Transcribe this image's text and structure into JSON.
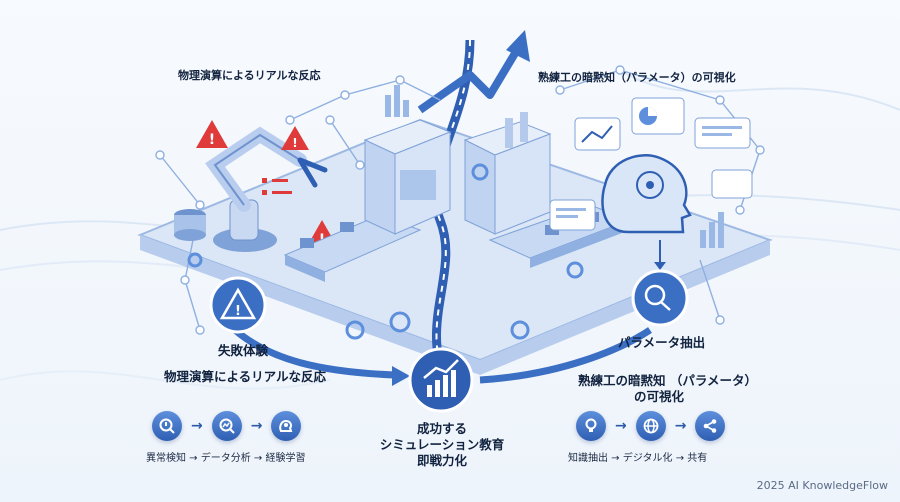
{
  "left": {
    "top_label": "物理演算によるリアルな反応",
    "badge_title": "失敗体験",
    "badge_subtitle": "物理演算によるリアルな反応",
    "flow_caption": "異常検知 → データ分析 → 経験学習",
    "flow_icons": [
      "magnifier-alert-icon",
      "chart-magnifier-icon",
      "brain-learning-icon"
    ]
  },
  "right": {
    "top_label": "熟練工の暗黙知（パラメータ）の可視化",
    "badge_title": "パラメータ抽出",
    "badge_subtitle_line1": "熟練工の暗黙知 （パラメータ）",
    "badge_subtitle_line2": "の可視化",
    "flow_caption": "知識抽出 → デジタル化 → 共有",
    "flow_icons": [
      "lightbulb-icon",
      "globe-icon",
      "share-icon"
    ]
  },
  "center": {
    "line1": "成功する",
    "line2": "シミュレーション教育",
    "line3": "即戦力化",
    "icon": "growth-chart-icon"
  },
  "footer": {
    "credit": "2025 AI KnowledgeFlow"
  },
  "colors": {
    "primary": "#2f5fb3",
    "accent": "#4a86d6",
    "light": "#d9e6f7",
    "alert": "#e03b3b"
  }
}
